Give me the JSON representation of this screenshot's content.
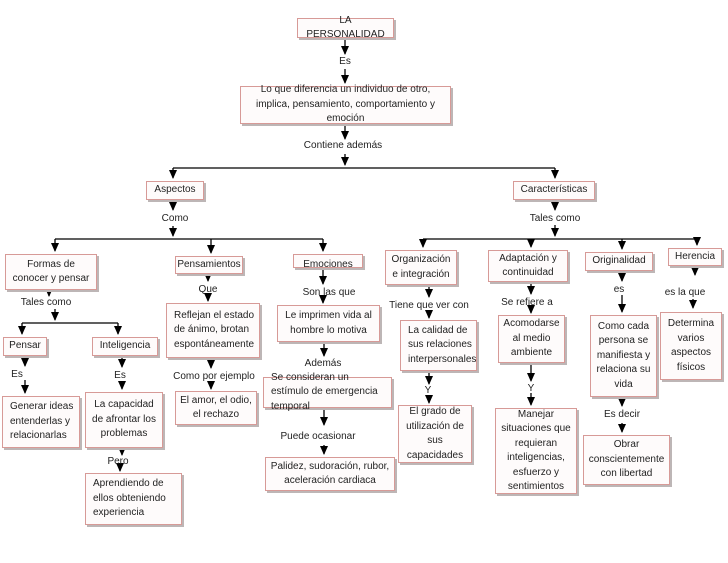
{
  "diagram": {
    "root": "LA PERSONALIDAD",
    "nodes": {
      "definition": "Lo que diferencia un individuo de otro, implica, pensamiento,  comportamiento y emoción",
      "aspectos": "Aspectos",
      "caracteristicas": "Características",
      "formas": "Formas de conocer  y pensar",
      "pensamientos": "Pensamientos",
      "emociones": "Emociones",
      "organizacion": "Organización e integración",
      "adaptacion": "Adaptación y continuidad",
      "originalidad": "Originalidad",
      "herencia": "Herencia",
      "pensar": "Pensar",
      "inteligencia": "Inteligencia",
      "generar": "Generar ideas entenderlas y relacionarlas",
      "capacidad": "La capacidad de afrontar los problemas",
      "aprendiendo": "Aprendiendo de ellos obteniendo experiencia",
      "reflejan": "Reflejan el estado de ánimo, brotan espontáneamente",
      "amor": "El amor, el odio, el rechazo",
      "imprimen": "Le imprimen vida al hombre lo motiva",
      "estimulo": "Se consideran un estímulo de emergencia temporal",
      "palidez": "Palidez, sudoración, rubor,  aceleración cardiaca",
      "calidad": "La calidad de sus relaciones interpersonales",
      "grado": "El grado de utilización de sus capacidades",
      "acomodarse": "Acomodarse al medio ambiente",
      "manejar": "Manejar situaciones que requieran inteligencias, esfuerzo  y sentimientos",
      "como_cada": "Como cada persona se manifiesta y relaciona su vida",
      "obrar": "Obrar conscientemente con libertad",
      "determina": "Determina varios aspectos físicos"
    },
    "connector_labels": {
      "es_root": "Es",
      "contiene": "Contiene además",
      "como": "Como",
      "tales_como_right": "Tales como",
      "tales_como_left": "Tales como",
      "que": "Que",
      "son_las_que": "Son las que",
      "tiene_que_ver": "Tiene que ver con",
      "se_refiere": "Se refiere a",
      "es_originalidad": "es",
      "es_la_que": "es la que",
      "es_pensar": "Es",
      "es_inteligencia": "Es",
      "como_por_ejemplo": "Como por ejemplo",
      "ademas": "Además",
      "pero": "Pero",
      "puede_ocasionar": "Puede ocasionar",
      "y_organizacion": "Y",
      "y_adaptacion": "Y",
      "es_decir": "Es decir"
    }
  },
  "colors": {
    "box_border": "#d79a97",
    "box_fill": "#fefbfb",
    "box_shadow": "#bdb6b6",
    "connector": "#000000"
  }
}
